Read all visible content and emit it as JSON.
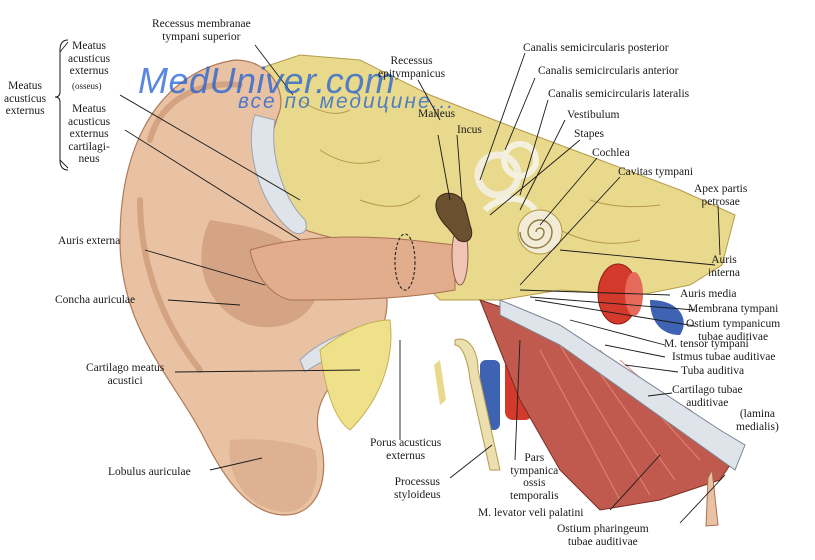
{
  "watermark": {
    "site": "MedUniver.com",
    "tagline": "все по медицине..."
  },
  "colors": {
    "skin": "#e9c2a4",
    "skin_shade": "#c48d6c",
    "bone": "#e8d98c",
    "bone_dark": "#c8b260",
    "cartilage": "#dfe3ea",
    "muscle": "#c05a4e",
    "artery": "#d43a2c",
    "vein": "#3e63b2",
    "fat": "#efe08a"
  },
  "labels": {
    "meatus_group": "Meatus\nacusticus\nexternus",
    "meatus_osseus": "Meatus\nacusticus\nexternus",
    "osseus_note": "(osseus)",
    "meatus_cartilagineus": "Meatus\nacusticus\nexternus\ncartilagi-\nneus",
    "recessus_membranae": "Recessus membranae\ntympani superior",
    "recessus_epitympanicus": "Recessus\nepitympanicus",
    "malleus": "Malleus",
    "incus": "Incus",
    "canalis_posterior": "Canalis semicircularis posterior",
    "canalis_anterior": "Canalis semicircularis anterior",
    "canalis_lateralis": "Canalis semicircularis lateralis",
    "vestibulum": "Vestibulum",
    "stapes": "Stapes",
    "cochlea": "Cochlea",
    "cavitas_tympani": "Cavitas tympani",
    "apex_partis": "Apex partis\npetrosae",
    "auris_interna": "Auris\ninterna",
    "auris_externa": "Auris externa",
    "concha": "Concha auriculae",
    "auris_media": "Auris media",
    "membrana_tympani": "Membrana tympani",
    "ostium_tympanicum": "Ostium tympanicum\ntubae auditivae",
    "m_tensor": "M. tensor tympani",
    "istmus": "Istmus tubae auditivae",
    "tuba_auditiva": "Tuba auditiva",
    "cartilago_tubae": "Cartilago tubae\nauditivae",
    "lamina": "(lamina\nmedialis)",
    "cartilago_meatus": "Cartilago meatus\nacustici",
    "lobulus": "Lobulus auriculae",
    "porus": "Porus acusticus\nexternus",
    "processus": "Processus\nstyloideus",
    "pars_tympanica": "Pars\ntympanica\nossis\ntemporalis",
    "m_levator": "M. levator veli palatini",
    "ostium_pharyngeum": "Ostium pharingeum\ntubae auditivae"
  }
}
